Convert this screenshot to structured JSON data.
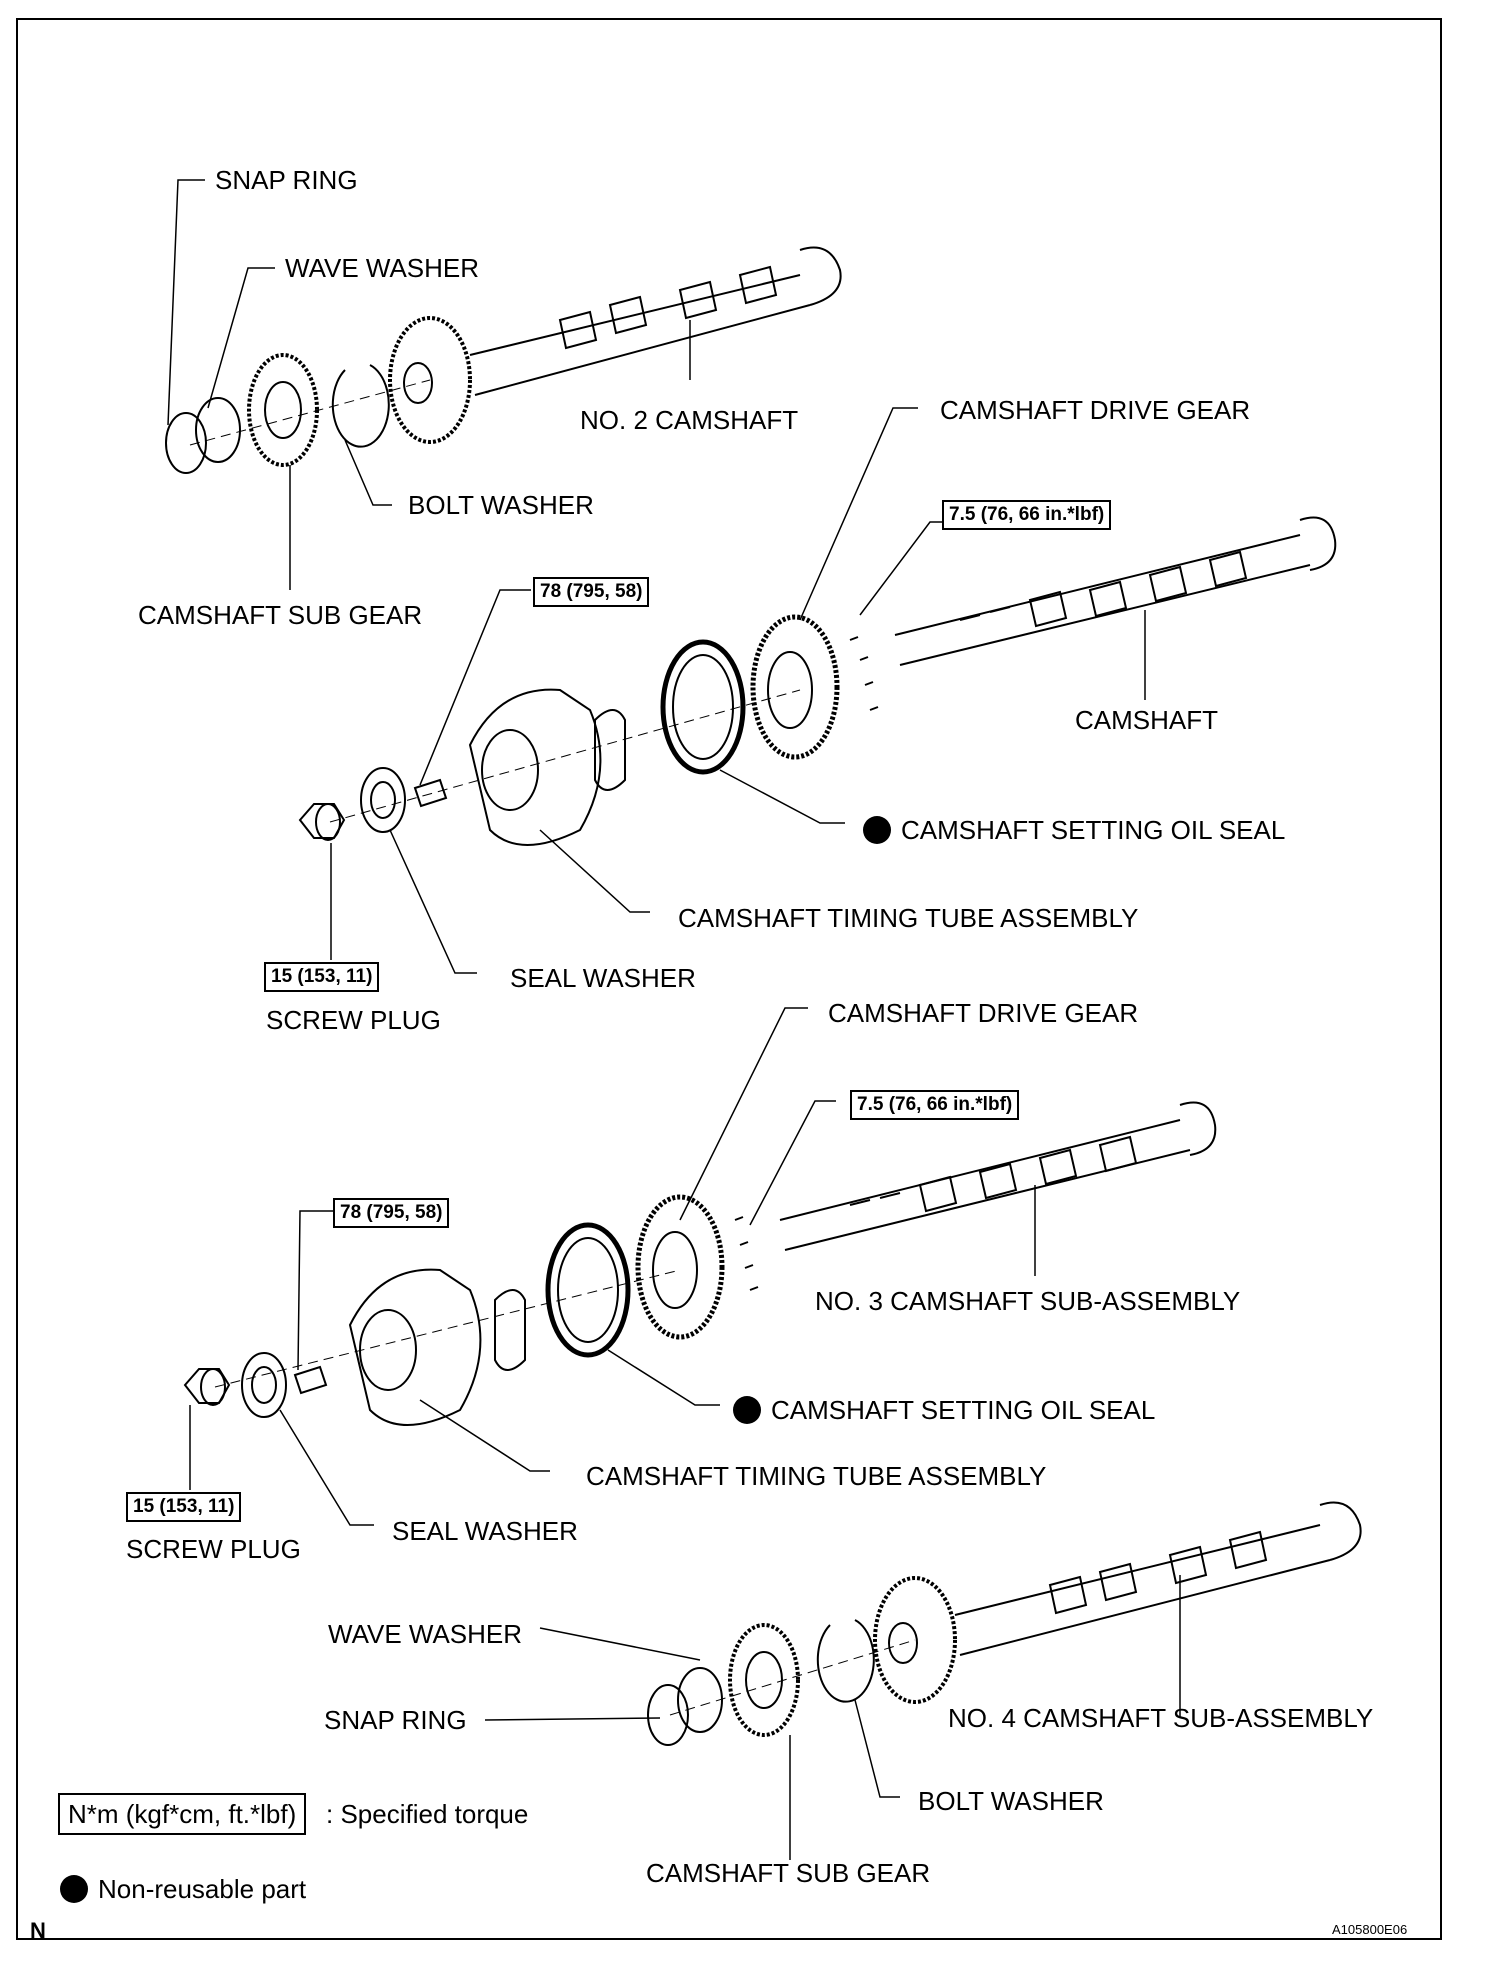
{
  "labels": {
    "snap_ring_1": "SNAP RING",
    "wave_washer_1": "WAVE WASHER",
    "no2_camshaft": "NO. 2 CAMSHAFT",
    "bolt_washer_1": "BOLT WASHER",
    "camshaft_sub_gear_1": "CAMSHAFT SUB GEAR",
    "camshaft_drive_gear_1": "CAMSHAFT DRIVE GEAR",
    "camshaft": "CAMSHAFT",
    "camshaft_setting_oil_seal_1": "CAMSHAFT SETTING OIL SEAL",
    "camshaft_timing_tube_assembly_1": "CAMSHAFT TIMING TUBE ASSEMBLY",
    "seal_washer_1": "SEAL WASHER",
    "screw_plug_1": "SCREW PLUG",
    "camshaft_drive_gear_2": "CAMSHAFT DRIVE GEAR",
    "no3_camshaft_sub_assembly": "NO. 3 CAMSHAFT SUB-ASSEMBLY",
    "camshaft_setting_oil_seal_2": "CAMSHAFT SETTING OIL SEAL",
    "camshaft_timing_tube_assembly_2": "CAMSHAFT TIMING TUBE ASSEMBLY",
    "seal_washer_2": "SEAL WASHER",
    "screw_plug_2": "SCREW PLUG",
    "wave_washer_2": "WAVE WASHER",
    "snap_ring_2": "SNAP RING",
    "no4_camshaft_sub_assembly": "NO. 4 CAMSHAFT SUB-ASSEMBLY",
    "bolt_washer_2": "BOLT WASHER",
    "camshaft_sub_gear_2": "CAMSHAFT SUB GEAR"
  },
  "torques": {
    "drive_gear_bolts_1": "7.5 (76, 66 in.*lbf)",
    "tube_bolt_1": "78 (795, 58)",
    "screw_plug_1": "15 (153, 11)",
    "drive_gear_bolts_2": "7.5 (76, 66 in.*lbf)",
    "tube_bolt_2": "78 (795, 58)",
    "screw_plug_2": "15 (153, 11)"
  },
  "legend": {
    "torque_unit": "N*m (kgf*cm, ft.*lbf)",
    "torque_desc": ": Specified torque",
    "non_reusable": "Non-reusable part"
  },
  "footer": {
    "corner_letter": "N",
    "figure_id": "A105800E06"
  }
}
